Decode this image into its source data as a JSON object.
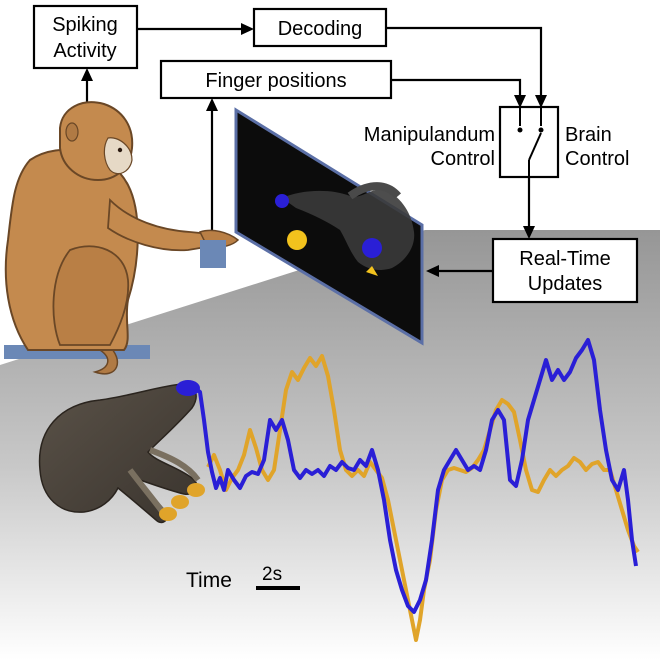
{
  "diagram": {
    "boxes": {
      "spiking_activity": [
        "Spiking",
        "Activity"
      ],
      "decoding": "Decoding",
      "finger_positions": "Finger positions",
      "real_time_updates": [
        "Real-Time",
        "Updates"
      ]
    },
    "switch_labels": {
      "left": [
        "Manipulandum",
        "Control"
      ],
      "right": [
        "Brain",
        "Control"
      ]
    },
    "time_scale": {
      "label": "Time",
      "bar_label": "2s"
    }
  },
  "traces": {
    "colors": {
      "brain": "#2a1fd6",
      "manipulandum": "#e0a42a"
    },
    "background": {
      "top": "#9a9a9a",
      "bottom": "#ffffff"
    }
  },
  "screen": {
    "targets": {
      "cursor_color": "#2a1fd6",
      "target_color": "#f2c21d"
    }
  }
}
